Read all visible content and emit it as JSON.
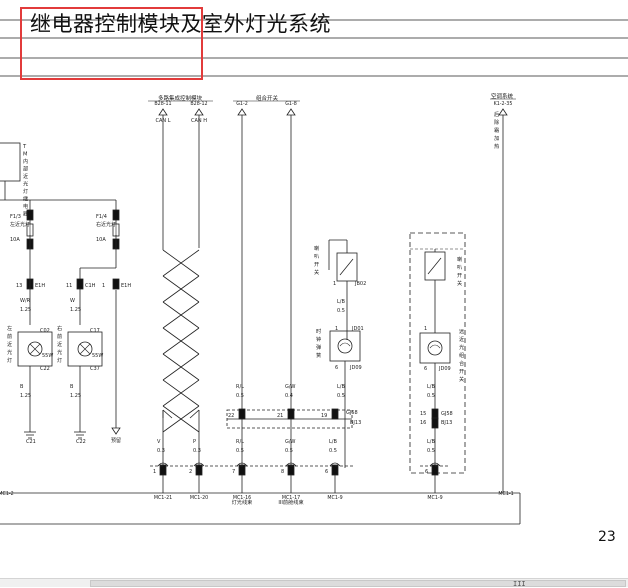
{
  "title": "继电器控制模块及室外灯光系统",
  "page_number": "23",
  "highlight_color": "#e23b3b",
  "headers": {
    "multiplex": "多路集成控制模块",
    "combo_switch": "组合开关",
    "ac_system": "空调系统",
    "rear_defog": "后除霜加热",
    "left_module": "TM内部近光灯继电器"
  },
  "top_terminals": [
    {
      "id": "b28",
      "code": "B28-11",
      "label": "CAN L"
    },
    {
      "id": "b29",
      "code": "B28-12",
      "label": "CAN H"
    },
    {
      "id": "g1",
      "code": "G1-2",
      "label": ""
    },
    {
      "id": "g2",
      "code": "G1-8",
      "label": ""
    },
    {
      "id": "k1",
      "code": "K1-2-35",
      "label": ""
    }
  ],
  "fuses": [
    {
      "id": "f13",
      "name": "F1/3",
      "desc": "左近光灯",
      "rating": "10A"
    },
    {
      "id": "f14",
      "name": "F1/4",
      "desc": "右近光灯",
      "rating": "10A"
    }
  ],
  "connectors_top": [
    {
      "id": "c1",
      "pin": "13",
      "code": "E1H"
    },
    {
      "id": "c2",
      "pin": "11",
      "code": "C1H"
    },
    {
      "id": "c3",
      "pin": "1",
      "code": "E1H"
    }
  ],
  "wires": [
    {
      "id": "w1",
      "color": "W/R",
      "gauge": "1.25"
    },
    {
      "id": "w2",
      "color": "W",
      "gauge": "1.25"
    },
    {
      "id": "w3",
      "color": "B",
      "gauge": "1.25"
    },
    {
      "id": "w4",
      "color": "B",
      "gauge": "1.25"
    }
  ],
  "lamps": [
    {
      "id": "l1",
      "desc": "左前近光灯",
      "code": "C02",
      "power": "55W",
      "ground_code": "C22"
    },
    {
      "id": "l2",
      "desc": "右前近光灯",
      "code": "C17",
      "power": "55W",
      "ground_code": "C37"
    }
  ],
  "grounds": [
    {
      "id": "g21",
      "code": "C21"
    },
    {
      "id": "g22",
      "code": "C22"
    },
    {
      "id": "g23",
      "code": "预留"
    }
  ],
  "switches": [
    {
      "id": "s1",
      "desc": "喇叭开关",
      "code": "JB02",
      "pin": "1"
    },
    {
      "id": "s2",
      "desc": "喇叭开关",
      "code": "",
      "pin": ""
    }
  ],
  "clock_spring": {
    "desc": "时钟弹簧",
    "code": "JD01",
    "pins": [
      "1",
      "6"
    ],
    "code2": "JD09"
  },
  "combo_switch_right": {
    "desc": "远近光组合开关",
    "pins": [
      "1",
      "6"
    ],
    "code": "JD09"
  },
  "mid_wires": [
    {
      "id": "m1",
      "color": "R/L",
      "gauge": "0.5"
    },
    {
      "id": "m2",
      "color": "G/W",
      "gauge": "0.4"
    },
    {
      "id": "m3",
      "color": "L/B",
      "gauge": "0.5"
    },
    {
      "id": "m4",
      "color": "L/B",
      "gauge": "0.5"
    },
    {
      "id": "m5",
      "color": "L/B",
      "gauge": "0.5"
    },
    {
      "id": "m6",
      "color": "L/B",
      "gauge": "0.5"
    }
  ],
  "junction_pins": [
    "22",
    "21",
    "19",
    "15",
    "16"
  ],
  "junction_codes": [
    "GJ58",
    "BJ13",
    "GJ58",
    "BJ13"
  ],
  "bottom_wires": [
    {
      "id": "b1",
      "color": "V",
      "gauge": "0.3"
    },
    {
      "id": "b2",
      "color": "P",
      "gauge": "0.3"
    },
    {
      "id": "b3",
      "color": "R/L",
      "gauge": "0.5"
    },
    {
      "id": "b4",
      "color": "G/W",
      "gauge": "0.5"
    },
    {
      "id": "b5",
      "color": "L/B",
      "gauge": "0.5"
    },
    {
      "id": "b6",
      "color": "L/B",
      "gauge": "0.5"
    }
  ],
  "bottom_connectors": [
    {
      "id": "bc1",
      "pin": "1",
      "code": "MC1-21"
    },
    {
      "id": "bc2",
      "pin": "2",
      "code": "MC1-20"
    },
    {
      "id": "bc3",
      "pin": "7",
      "code": "MC1-16"
    },
    {
      "id": "bc4",
      "pin": "8",
      "code": "MC1-17"
    },
    {
      "id": "bc5",
      "pin": "6",
      "code": "MC1-9"
    },
    {
      "id": "bc6",
      "pin": "6",
      "code": "MC1-9"
    }
  ],
  "bottom_labels": {
    "lamp_harness": "灯光线束",
    "cab_harness": "III前舱线束",
    "left_code": "MC1-2",
    "right_code": "MC1-1"
  },
  "scrollbar": {
    "grip": "III"
  }
}
